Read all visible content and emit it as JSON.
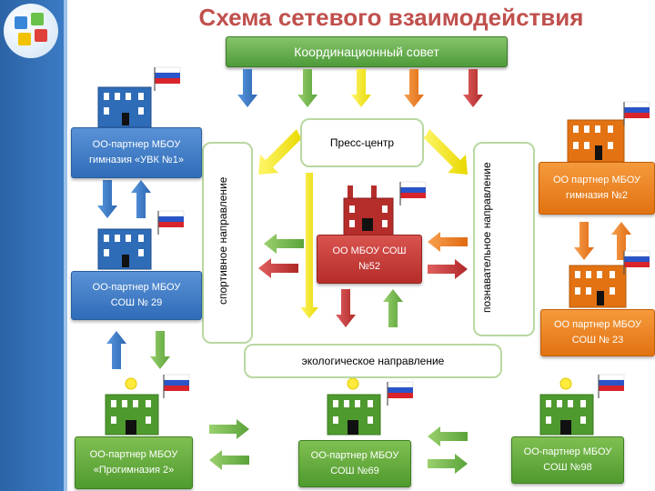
{
  "title": "Схема сетевого взаимодействия",
  "council": "Координационный совет",
  "press_center": "Пресс-центр",
  "directions": {
    "sport": "спортивное направление",
    "cognitive": "познавательное направление",
    "ecology": "экологическое направление"
  },
  "center_school": "ОО МБОУ СОШ №52",
  "partners": {
    "uvk1": "ОО-партнер МБОУ гимназия «УВК №1»",
    "sosh29": "ОО-партнер МБОУ СОШ № 29",
    "gymn2": "ОО партнер МБОУ гимназия №2",
    "sosh23": "ОО партнер МБОУ СОШ № 23",
    "progymn2": "ОО-партнер МБОУ «Прогимназия 2»",
    "sosh69": "ОО-партнер МБОУ СОШ №69",
    "sosh98": "ОО-партнер МБОУ СОШ №98"
  },
  "colors": {
    "blue": "#2f6cb8",
    "red": "#b52d2a",
    "orange": "#e27212",
    "green": "#4f9a2e",
    "yellow": "#f2e600",
    "title": "#c0504d"
  }
}
